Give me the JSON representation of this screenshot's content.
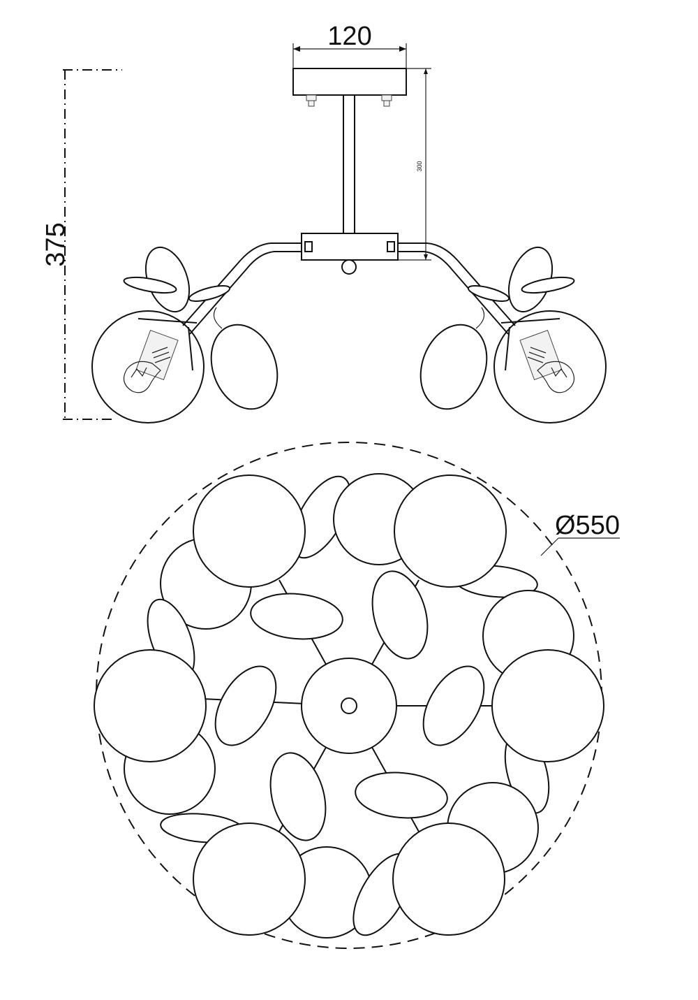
{
  "drawing": {
    "dimensions": {
      "canopy_width": "120",
      "total_height": "375",
      "rod_length": "300",
      "diameter": "Ø550"
    }
  }
}
